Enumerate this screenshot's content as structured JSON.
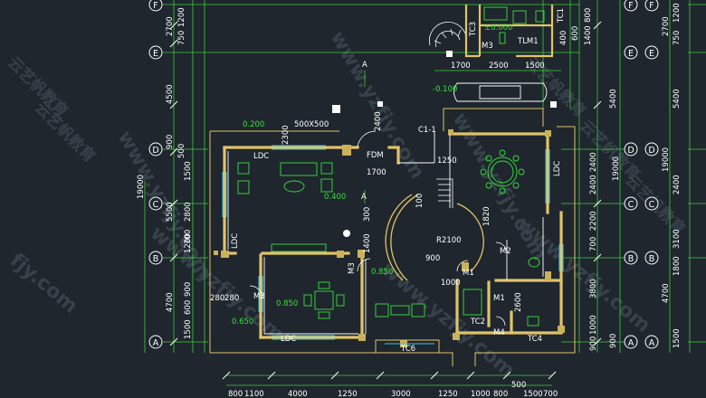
{
  "colors": {
    "background": "#1f262d",
    "wall": "#e0c36a",
    "wall_fill": "#c9b25a",
    "furniture": "#36e03c",
    "dimension": "#3ccf3c",
    "text": "#ffffff",
    "window": "#37c5e6",
    "watermark": "#37414b"
  },
  "watermark": {
    "url_text": "www.yzfjy.com",
    "url_text_partial": "fjy.com",
    "cn_text": "云艺帆教育"
  },
  "axes": {
    "left_rows": [
      "F",
      "E",
      "D",
      "C",
      "B",
      "A"
    ],
    "right_rows": [
      "F",
      "E",
      "D",
      "C",
      "B",
      "A"
    ],
    "right_rows_outer": [
      "F",
      "E",
      "D",
      "C",
      "B",
      "A"
    ]
  },
  "dims": {
    "left_outer": [
      "2700",
      "1200",
      "750",
      "4500",
      "900",
      "500",
      "1500",
      "2800",
      "700",
      "1200",
      "900",
      "600",
      "4700",
      "1500"
    ],
    "left_total": "19000",
    "left_inner": [
      "5500",
      "4700"
    ],
    "right_inner": [
      "800",
      "600",
      "1400",
      "400",
      "2400",
      "2400",
      "2200",
      "700",
      "3800",
      "1000",
      "900"
    ],
    "right_total": "19000",
    "right_outer": [
      "2700",
      "1200",
      "750",
      "5400",
      "2400",
      "3100",
      "1800",
      "4700",
      "1500"
    ],
    "right_mid": [
      "900",
      "5400"
    ],
    "bottom": [
      "800",
      "1100",
      "4000",
      "1250",
      "3000",
      "1250",
      "1000",
      "800",
      "1500",
      "700",
      "500"
    ],
    "top": [
      "1700",
      "2500",
      "1500"
    ],
    "small": [
      "500X500",
      "2300",
      "2400",
      "1700",
      "1250",
      "1820",
      "280",
      "280",
      "1400",
      "300",
      "900",
      "1000",
      "2600",
      "100"
    ]
  },
  "labels": {
    "ldc": "LDC",
    "fdm": "FDM",
    "c1": "C1-1",
    "m3": "M3",
    "m1": "M1",
    "m2": "M2",
    "m4": "M4",
    "tc1": "TC1",
    "tc2": "TC2",
    "tc3": "TC3",
    "tc4": "TC4",
    "tc6": "TC6",
    "tlm1": "TLM1",
    "r2100": "R2100",
    "section_a": "A",
    "elev_0200": "0.200",
    "elev_0100": "-0.100",
    "elev_0400": "0.400",
    "elev_0850": "0.850",
    "elev_0850b": "0.850",
    "elev_0650": "0.650",
    "elev_000": "±0.000"
  }
}
